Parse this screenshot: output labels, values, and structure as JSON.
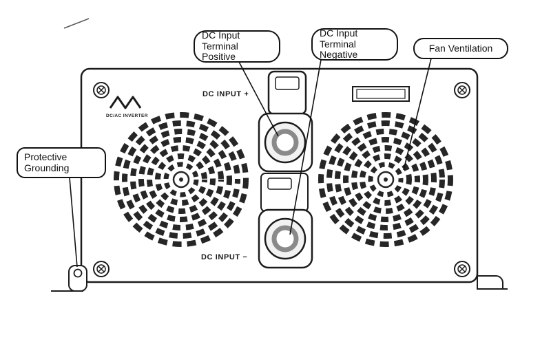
{
  "device": {
    "logo_text": "DC/AC INVERTER",
    "dc_input_positive_label": "DC INPUT  +",
    "dc_input_negative_label": "DC INPUT  −"
  },
  "callouts": [
    {
      "id": "dc-input-terminal-positive",
      "label": "DC Input\nTerminal\nPositive"
    },
    {
      "id": "dc-input-terminal-negative",
      "label": "DC Input\nTerminal\nNegative"
    },
    {
      "id": "fan-ventilation",
      "label": "Fan Ventilation"
    },
    {
      "id": "protective-grounding",
      "label": "Protective\nGrounding"
    }
  ],
  "colors": {
    "line": "#1c1c1c",
    "background": "#ffffff",
    "terminal_ring": "#8a8a8a"
  }
}
